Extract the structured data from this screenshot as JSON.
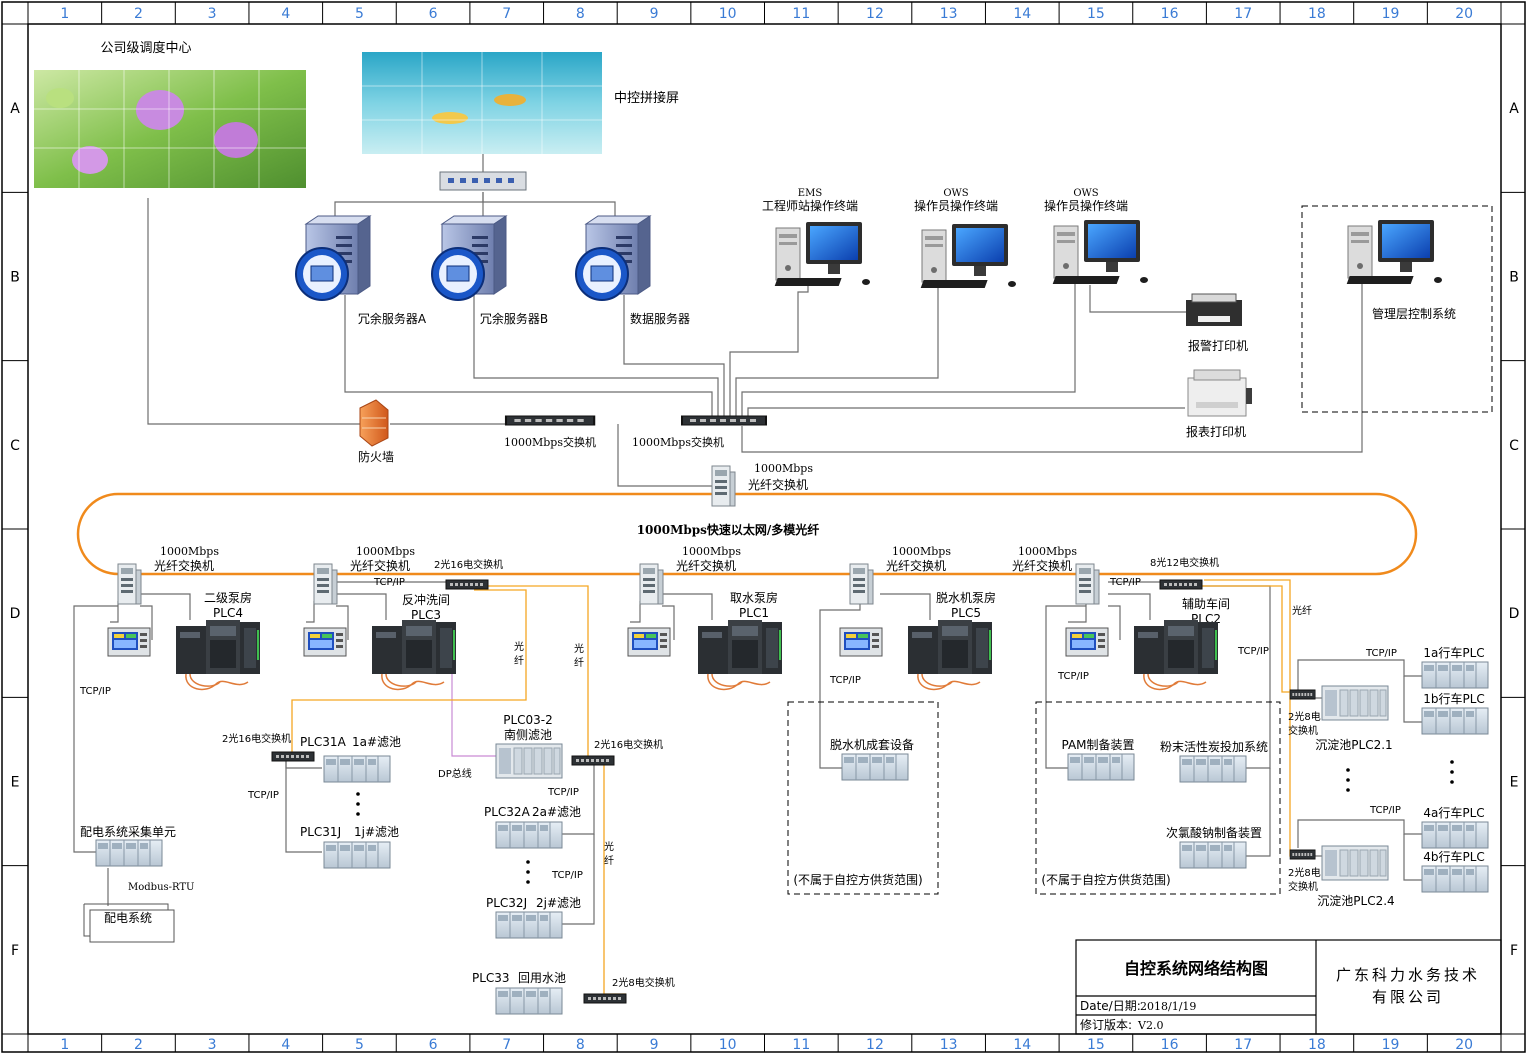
{
  "grid": {
    "columns": [
      "1",
      "2",
      "3",
      "4",
      "5",
      "6",
      "7",
      "8",
      "9",
      "10",
      "11",
      "12",
      "13",
      "14",
      "15",
      "16",
      "17",
      "18",
      "19",
      "20"
    ],
    "rows": [
      "A",
      "B",
      "C",
      "D",
      "E",
      "F"
    ]
  },
  "control_center": {
    "company_center": "公司级调度中心",
    "video_wall": "中控拼接屏",
    "server_a": "冗余服务器A",
    "server_b": "冗余服务器B",
    "data_server": "数据服务器",
    "ems_tag": "EMS",
    "ems_label": "工程师站操作终端",
    "ows1_tag": "OWS",
    "ows1_label": "操作员操作终端",
    "ows2_tag": "OWS",
    "ows2_label": "操作员操作终端",
    "alarm_printer": "报警打印机",
    "report_printer": "报表打印机",
    "mgmt_system": "管理层控制系统",
    "firewall": "防火墙",
    "switch1": "1000Mbps交换机",
    "switch2": "1000Mbps交换机",
    "core_switch_l1": "1000Mbps",
    "core_switch_l2": "光纤交换机"
  },
  "ring": {
    "label": "1000Mbps快速以太网/多模光纤"
  },
  "stations": [
    {
      "speed": "1000Mbps",
      "switch": "光纤交换机",
      "name": "二级泵房",
      "plc": "PLC4"
    },
    {
      "speed": "1000Mbps",
      "switch": "光纤交换机",
      "name": "反冲洗间",
      "plc": "PLC3"
    },
    {
      "speed": "1000Mbps",
      "switch": "光纤交换机",
      "name": "取水泵房",
      "plc": "PLC1"
    },
    {
      "speed": "1000Mbps",
      "switch": "光纤交换机",
      "name": "脱水机泵房",
      "plc": "PLC5"
    },
    {
      "speed": "1000Mbps",
      "switch": "光纤交换机",
      "name": "辅助车间",
      "plc": "PLC2"
    }
  ],
  "links": {
    "tcpip": "TCP/IP",
    "fiber_a": "光",
    "fiber_b": "纤",
    "fiber_h": "光纤",
    "dp_bus": "DP总线",
    "modbus": "Modbus-RTU"
  },
  "filter_area": {
    "sw_2x16_top": "2光16电交换机",
    "sw_2x16_left": "2光16电交换机",
    "sw_2x16_mid": "2光16电交换机",
    "sw_2x8_bottom": "2光8电交换机",
    "plc31a": "PLC31A",
    "plc31a_name": "1a#滤池",
    "plc31j": "PLC31J",
    "plc31j_name": "1j#滤池",
    "plc03_2": "PLC03-2",
    "plc03_2_name": "南侧滤池",
    "plc32a": "PLC32A",
    "plc32a_name": "2a#滤池",
    "plc32j": "PLC32J",
    "plc32j_name": "2j#滤池",
    "plc33": "PLC33",
    "plc33_name": "回用水池",
    "power_unit": "配电系统采集单元",
    "power_system": "配电系统"
  },
  "external": {
    "dewater_equipment": "脱水机成套设备",
    "pam": "PAM制备装置",
    "carbon": "粉末活性炭投加系统",
    "hypochlorite": "次氯酸钠制备装置",
    "excluded1": "(不属于自控方供货范围)",
    "excluded2": "(不属于自控方供货范围)"
  },
  "sediment": {
    "sw_8x12": "8光12电交换机",
    "sw_2x8_a_l1": "2光8电",
    "sw_2x8_a_l2": "交换机",
    "sw_2x8_b_l1": "2光8电",
    "sw_2x8_b_l2": "交换机",
    "plc2_1": "沉淀池PLC2.1",
    "plc2_4": "沉淀池PLC2.4",
    "crane_1a": "1a行车PLC",
    "crane_1b": "1b行车PLC",
    "crane_4a": "4a行车PLC",
    "crane_4b": "4b行车PLC"
  },
  "title_block": {
    "title": "自控系统网络结构图",
    "company_l1": "广东科力水务技术",
    "company_l2": "有限公司",
    "date_label": "Date/日期:",
    "date_value": "2018/1/19",
    "rev_label": "修订版本:",
    "rev_value": "V2.0"
  },
  "colors": {
    "ring": "#f08a1c",
    "fiber": "#f5a623",
    "dp_bus": "#c98bd4",
    "grid_numbers": "#3a7bd5",
    "screen_blue": "#1e6fd9"
  }
}
